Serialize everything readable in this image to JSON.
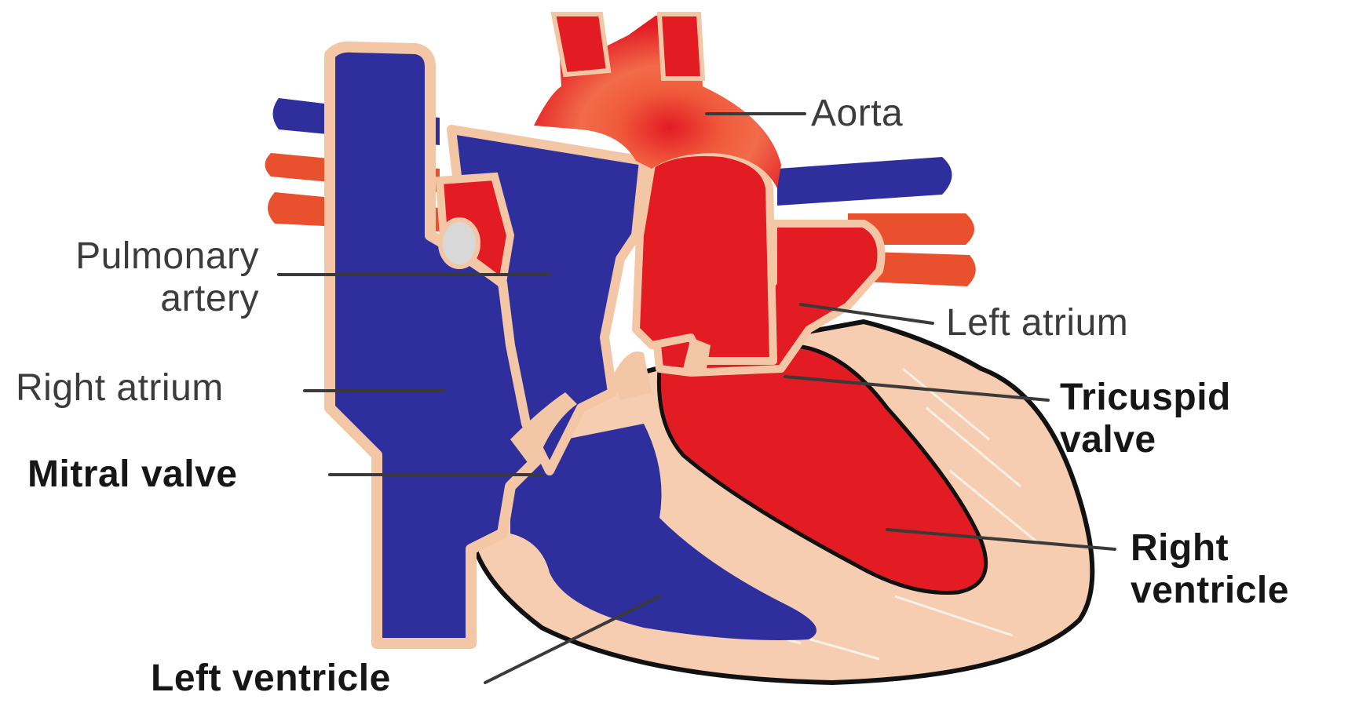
{
  "colors": {
    "oxygenated": "#e31b23",
    "deoxygenated": "#2e2f9c",
    "vessel_wall": "#f3c7a6",
    "muscle": "#f6cdb0",
    "outline": "#111111"
  },
  "labels": {
    "aorta": "Aorta",
    "pulmonary_artery_line1": "Pulmonary",
    "pulmonary_artery_line2": "artery",
    "left_atrium": "Left atrium",
    "right_atrium": "Right atrium",
    "tricuspid_valve_line1": "Tricuspid",
    "tricuspid_valve_line2": "valve",
    "mitral_valve": "Mitral valve",
    "right_ventricle_line1": "Right",
    "right_ventricle_line2": "ventricle",
    "left_ventricle": "Left ventricle"
  }
}
